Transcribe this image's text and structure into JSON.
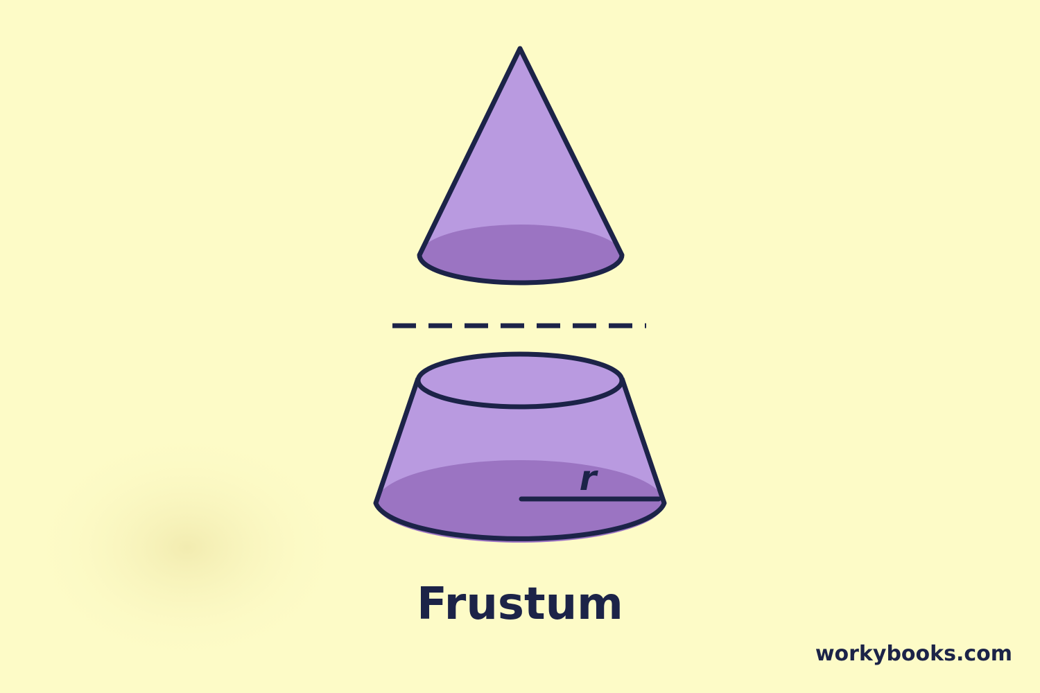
{
  "diagram": {
    "title": "Frustum",
    "radius_label": "r",
    "website": "workybooks.com"
  },
  "colors": {
    "background": "#fdfbc7",
    "outline": "#1c2348",
    "fill_light": "#b99ae0",
    "fill_dark": "#9b74c2"
  }
}
